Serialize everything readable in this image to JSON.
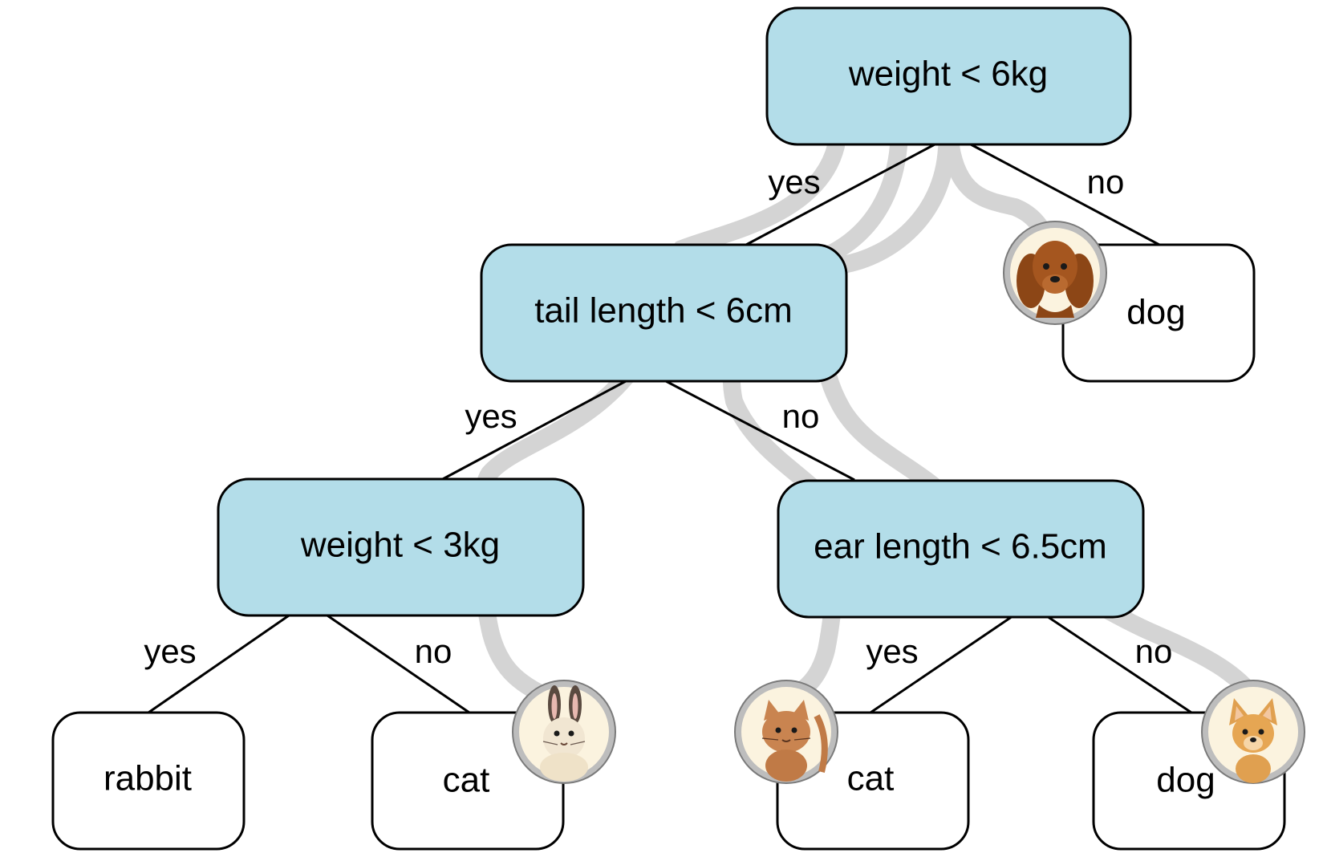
{
  "tree": {
    "root": {
      "label": "weight < 6kg"
    },
    "root_yes_edge": "yes",
    "root_no_edge": "no",
    "leaf_dog_top": {
      "label": "dog",
      "avatar": "spaniel-dog-icon"
    },
    "tail_node": {
      "label": "tail length < 6cm"
    },
    "tail_yes_edge": "yes",
    "tail_no_edge": "no",
    "weight3_node": {
      "label": "weight < 3kg"
    },
    "weight3_yes_edge": "yes",
    "weight3_no_edge": "no",
    "ear_node": {
      "label": "ear length < 6.5cm"
    },
    "ear_yes_edge": "yes",
    "ear_no_edge": "no",
    "leaf_rabbit": {
      "label": "rabbit"
    },
    "leaf_cat_left": {
      "label": "cat",
      "avatar": "rabbit-icon"
    },
    "leaf_cat_right": {
      "label": "cat",
      "avatar": "cat-icon"
    },
    "leaf_dog_bottom": {
      "label": "dog",
      "avatar": "chihuahua-dog-icon"
    }
  },
  "colors": {
    "decision_fill": "#b3dde9",
    "leaf_fill": "#ffffff",
    "stroke": "#000000",
    "path_trail": "#d4d4d4",
    "avatar_ring": "#9e9e9e",
    "avatar_bg": "#fbf3df"
  }
}
